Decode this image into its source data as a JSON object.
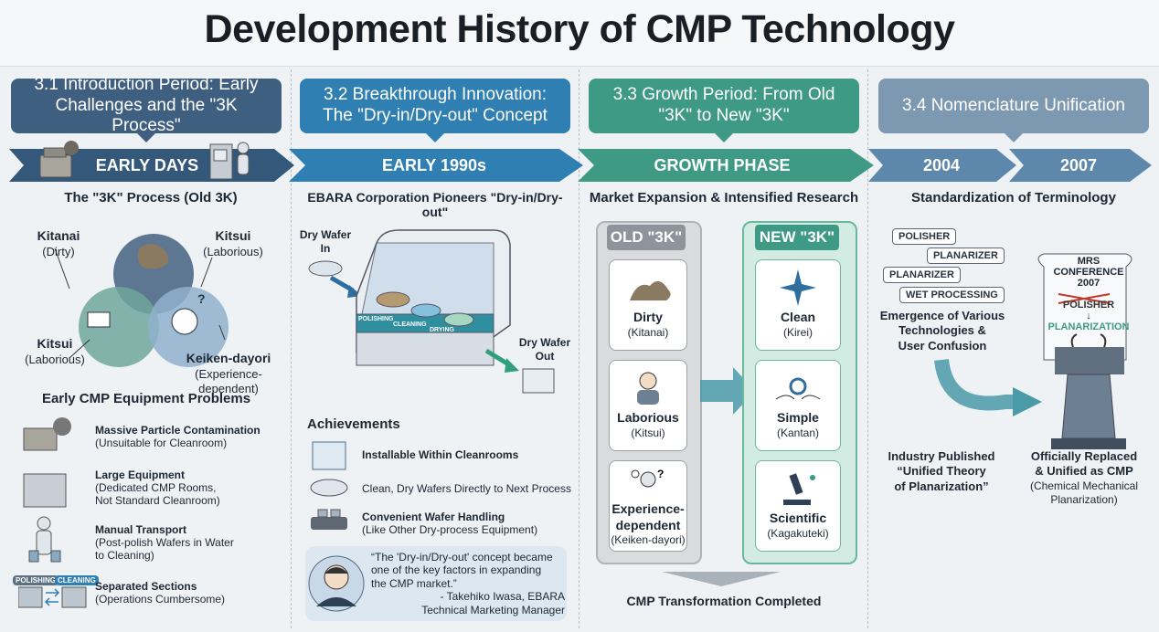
{
  "title": "Development History of CMP Technology",
  "sections": [
    {
      "head": "3.1 Introduction Period: Early Challenges and the \"3K Process\"",
      "phase": "EARLY DAYS",
      "subtitle": "The \"3K\" Process (Old 3K)"
    },
    {
      "head": "3.2 Breakthrough Innovation: The \"Dry-in/Dry-out\" Concept",
      "phase": "EARLY 1990s",
      "subtitle": "EBARA Corporation Pioneers \"Dry-in/Dry-out\""
    },
    {
      "head": "3.3 Growth Period: From Old \"3K\" to New \"3K\"",
      "phase": "GROWTH PHASE",
      "subtitle": "Market Expansion & Intensified Research"
    },
    {
      "head": "3.4 Nomenclature Unification",
      "phase_a": "2004",
      "phase_b": "2007",
      "subtitle": "Standardization of Terminology"
    }
  ],
  "venn": {
    "kitanai": "Kitanai",
    "kitanai_sub": "(Dirty)",
    "kitsui1": "Kitsui",
    "kitsui1_sub": "(Laborious)",
    "kitsui2": "Kitsui",
    "kitsui2_sub": "(Laborious)",
    "keiken": "Keiken-dayori",
    "keiken_sub": "(Experience-dependent)"
  },
  "problems": {
    "heading": "Early CMP Equipment Problems",
    "items": [
      {
        "title": "Massive Particle Contamination",
        "desc": "(Unsuitable for Cleanroom)"
      },
      {
        "title": "Large Equipment",
        "desc": "(Dedicated CMP Rooms,",
        "desc2": "Not Standard Cleanroom)"
      },
      {
        "title": "Manual Transport",
        "desc": "(Post-polish Wafers in Water",
        "desc2": "to Cleaning)"
      },
      {
        "title": "Separated Sections",
        "desc": "(Operations Cumbersome)"
      }
    ],
    "tag_polishing": "POLISHING",
    "tag_cleaning": "CLEANING"
  },
  "machine": {
    "in_label": "Dry Wafer",
    "in_label2": "In",
    "out_label": "Dry Wafer",
    "out_label2": "Out",
    "station1": "POLISHING",
    "station2": "CLEANING",
    "station3": "DRYING"
  },
  "achievements": {
    "heading": "Achievements",
    "items": [
      {
        "title": "Installable Within Cleanrooms",
        "desc": ""
      },
      {
        "title": "",
        "desc": "Clean, Dry Wafers Directly to Next Process"
      },
      {
        "title": "Convenient Wafer Handling",
        "desc": "(Like Other Dry-process Equipment)"
      }
    ]
  },
  "quote": {
    "line1": "“The 'Dry-in/Dry-out' concept became",
    "line2": "one of the key factors in expanding",
    "line3": "the CMP market.”",
    "author": "- Takehiko Iwasa, EBARA",
    "role": "Technical Marketing Manager"
  },
  "old3k": {
    "heading": "OLD \"3K\"",
    "items": [
      {
        "title": "Dirty",
        "sub": "(Kitanai)"
      },
      {
        "title": "Laborious",
        "sub": "(Kitsui)"
      },
      {
        "title": "Experience-",
        "title2": "dependent",
        "sub": "(Keiken-dayori)"
      }
    ]
  },
  "new3k": {
    "heading": "NEW \"3K\"",
    "items": [
      {
        "title": "Clean",
        "sub": "(Kirei)"
      },
      {
        "title": "Simple",
        "sub": "(Kantan)"
      },
      {
        "title": "Scientific",
        "sub": "(Kagakuteki)"
      }
    ]
  },
  "transformation": "CMP Transformation Completed",
  "terms": [
    "POLISHER",
    "PLANARIZER",
    "PLANARIZER",
    "WET PROCESSING"
  ],
  "confusion": {
    "l1": "Emergence of Various",
    "l2": "Technologies &",
    "l3": "User Confusion"
  },
  "scroll": {
    "l1": "MRS",
    "l2": "CONFERENCE",
    "l3": "2007",
    "old": "POLISHER",
    "arrow": "↓",
    "new": "PLANARIZATION"
  },
  "industry": {
    "l1": "Industry Published",
    "l2": "“Unified Theory",
    "l3": "of Planarization”"
  },
  "official": {
    "l1": "Officially Replaced",
    "l2": "& Unified as CMP",
    "l3": "(Chemical Mechanical",
    "l4": "Planarization)"
  },
  "colors": {
    "sec1": "#3f5f80",
    "sec2": "#2f7fb3",
    "sec3": "#3f9a85",
    "sec4": "#6f8ca8",
    "old_bg": "#d9dbdd",
    "new_bg": "#d3ece3"
  }
}
